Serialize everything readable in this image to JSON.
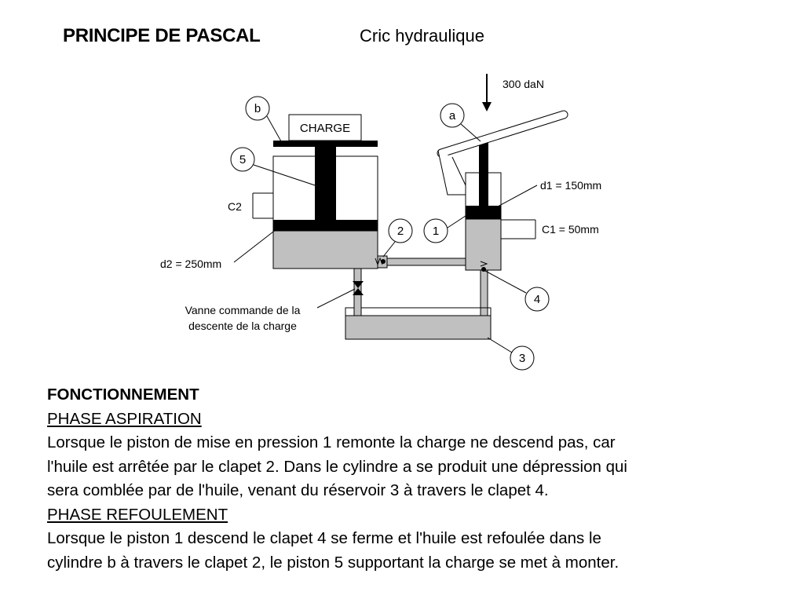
{
  "header": {
    "title": "PRINCIPE DE PASCAL",
    "subtitle": "Cric hydraulique"
  },
  "diagram": {
    "force": "300 daN",
    "charge": "CHARGE",
    "labels": {
      "a": "a",
      "b": "b",
      "n1": "1",
      "n2": "2",
      "n3": "3",
      "n4": "4",
      "n5": "5"
    },
    "d1": "d1 = 150mm",
    "d2": "d2 = 250mm",
    "c1": "C1 = 50mm",
    "c2": "C2",
    "valve_line1": "Vanne  commande de la",
    "valve_line2": "descente de la charge"
  },
  "text": {
    "heading": "FONCTIONNEMENT",
    "phase1_title": "PHASE ASPIRATION",
    "phase1_lines": [
      "Lorsque le piston de mise en pression 1 remonte la charge ne descend pas, car",
      "l'huile est arrêtée par le clapet 2. Dans le cylindre a se produit une dépression qui",
      "sera comblée par de l'huile, venant du réservoir 3 à travers le clapet 4."
    ],
    "phase2_title": "PHASE REFOULEMENT",
    "phase2_lines": [
      "Lorsque le piston 1 descend le clapet 4 se ferme et l'huile est refoulée dans le",
      "cylindre b à travers le clapet 2, le piston 5 supportant la charge se met à monter."
    ]
  },
  "colors": {
    "oil": "#c0c0c0",
    "ink": "#000000"
  }
}
